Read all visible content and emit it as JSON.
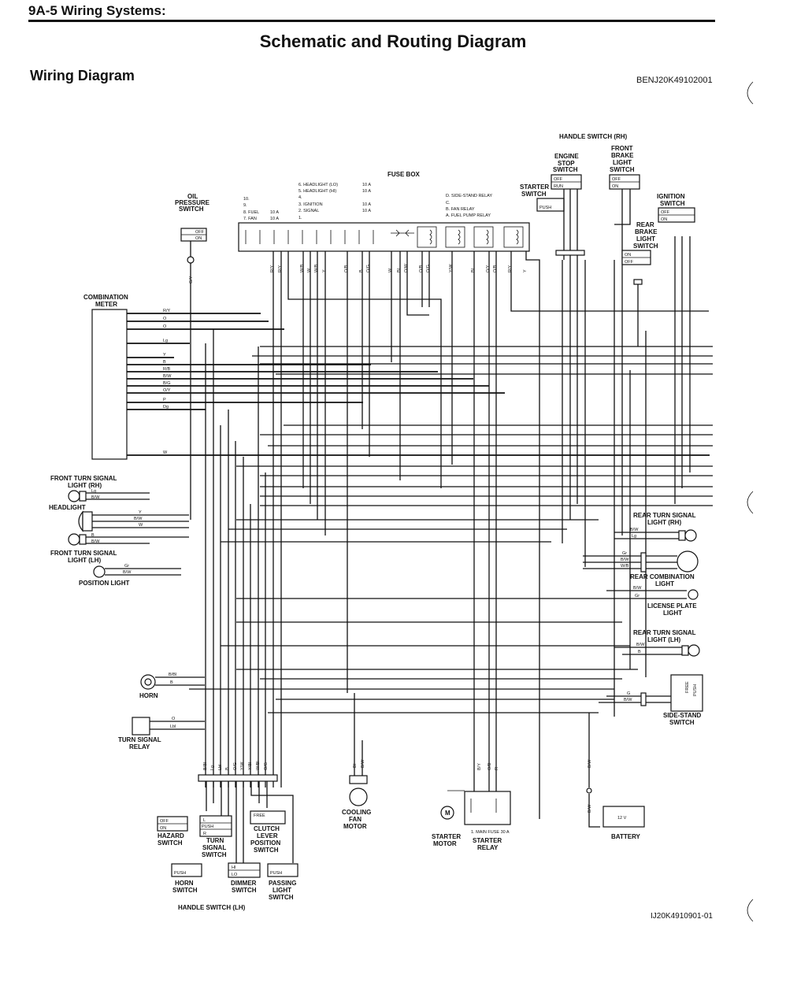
{
  "header": {
    "section": "9A-5  Wiring Systems:",
    "title": "Schematic and Routing Diagram",
    "subtitle": "Wiring Diagram",
    "doc_id": "BENJ20K49102001",
    "figure_id": "IJ20K4910901-01"
  },
  "fuse_box": {
    "title": "FUSE BOX",
    "fuses": [
      {
        "label": "6. HEADLIGHT (LO)",
        "rating": "10 A"
      },
      {
        "label": "5. HEADLIGHT (HI)",
        "rating": "10 A"
      },
      {
        "label": "4.",
        "rating": ""
      },
      {
        "label": "3. IGNITION",
        "rating": "10 A"
      },
      {
        "label": "2. SIGNAL",
        "rating": "10 A"
      },
      {
        "label": "1.",
        "rating": ""
      },
      {
        "label": "10.",
        "rating": ""
      },
      {
        "label": "9.",
        "rating": ""
      },
      {
        "label": "8. FUEL",
        "rating": "10 A"
      },
      {
        "label": "7. FAN",
        "rating": "10 A"
      }
    ],
    "relays": [
      "D. SIDE-STAND RELAY",
      "C.",
      "B. FAN RELAY",
      "A. FUEL PUMP RELAY"
    ]
  },
  "components": {
    "oil_pressure_switch": "OIL PRESSURE SWITCH",
    "combination_meter": "COMBINATION METER",
    "front_turn_rh": "FRONT TURN SIGNAL LIGHT (RH)",
    "headlight": "HEADLIGHT",
    "front_turn_lh": "FRONT TURN SIGNAL LIGHT (LH)",
    "position_light": "POSITION LIGHT",
    "horn": "HORN",
    "turn_signal_relay": "TURN SIGNAL RELAY",
    "hazard_switch": "HAZARD SWITCH",
    "turn_signal_switch": "TURN SIGNAL SWITCH",
    "clutch_lever_switch": "CLUTCH LEVER POSITION SWITCH",
    "horn_switch": "HORN SWITCH",
    "dimmer_switch": "DIMMER SWITCH",
    "passing_light_switch": "PASSING LIGHT SWITCH",
    "handle_switch_lh": "HANDLE SWITCH (LH)",
    "cooling_fan_motor": "COOLING FAN MOTOR",
    "starter_motor": "STARTER MOTOR",
    "starter_relay": "STARTER RELAY",
    "main_fuse": "1. MAIN FUSE 30 A",
    "battery": "BATTERY",
    "battery_voltage": "12 V",
    "handle_switch_rh": "HANDLE SWITCH (RH)",
    "engine_stop_switch": "ENGINE STOP SWITCH",
    "front_brake_switch": "FRONT BRAKE LIGHT SWITCH",
    "starter_switch": "STARTER SWITCH",
    "ignition_switch": "IGNITION SWITCH",
    "rear_brake_switch": "REAR BRAKE LIGHT SWITCH",
    "rear_turn_rh": "REAR TURN SIGNAL LIGHT (RH)",
    "rear_combination_light": "REAR COMBINATION LIGHT",
    "license_plate_light": "LICENSE PLATE LIGHT",
    "rear_turn_lh": "REAR TURN SIGNAL LIGHT (LH)",
    "side_stand_switch": "SIDE-STAND SWITCH"
  },
  "switch_states": {
    "off": "OFF",
    "on": "ON",
    "run": "RUN",
    "push": "PUSH",
    "free": "FREE",
    "hi": "HI",
    "lo": "LO",
    "l": "L",
    "r": "R"
  },
  "meter_wires": [
    "R/Y",
    "O",
    "O",
    "Lg",
    "Y",
    "B",
    "R/B",
    "B/W",
    "B/G",
    "O/Y",
    "P",
    "Dg",
    "W"
  ],
  "fuse_box_wires": [
    "R/Y",
    "R/Y",
    "W/B",
    "W",
    "W/B",
    "Y",
    "O/B",
    "B",
    "O/G",
    "W",
    "Bl",
    "O/W",
    "O/B",
    "O/G",
    "Y/W",
    "Bl",
    "O/Y",
    "O/B",
    "R/Y",
    "Y"
  ],
  "handle_lh_wires": [
    "B/Bl",
    "Lg",
    "Lbl",
    "B",
    "O/G",
    "Y/W",
    "Y/Bl",
    "W/Bl",
    "O/G"
  ],
  "misc_wire_labels": {
    "oil": "G/Y",
    "horn": [
      "B/Bl",
      "B"
    ],
    "relay": [
      "O",
      "Lbl"
    ],
    "fan": [
      "Bl",
      "B/W"
    ],
    "starter": [
      "B/Y",
      "O/B",
      "R"
    ],
    "battery": [
      "B/W",
      "B/W"
    ],
    "rear_turn_rh": [
      "B/W",
      "Lg"
    ],
    "rear_comb": [
      "Gr",
      "B/W",
      "W/B"
    ],
    "license": [
      "B/W",
      "Gr"
    ],
    "rear_turn_lh": [
      "B/W",
      "B"
    ],
    "side_stand": [
      "G",
      "B/W"
    ],
    "front_turn_rh": [
      "Lg",
      "B/W"
    ],
    "headlight": [
      "Y",
      "B/W",
      "W"
    ],
    "front_turn_lh": [
      "B",
      "B/W"
    ],
    "position": [
      "Gr",
      "B/W"
    ]
  }
}
